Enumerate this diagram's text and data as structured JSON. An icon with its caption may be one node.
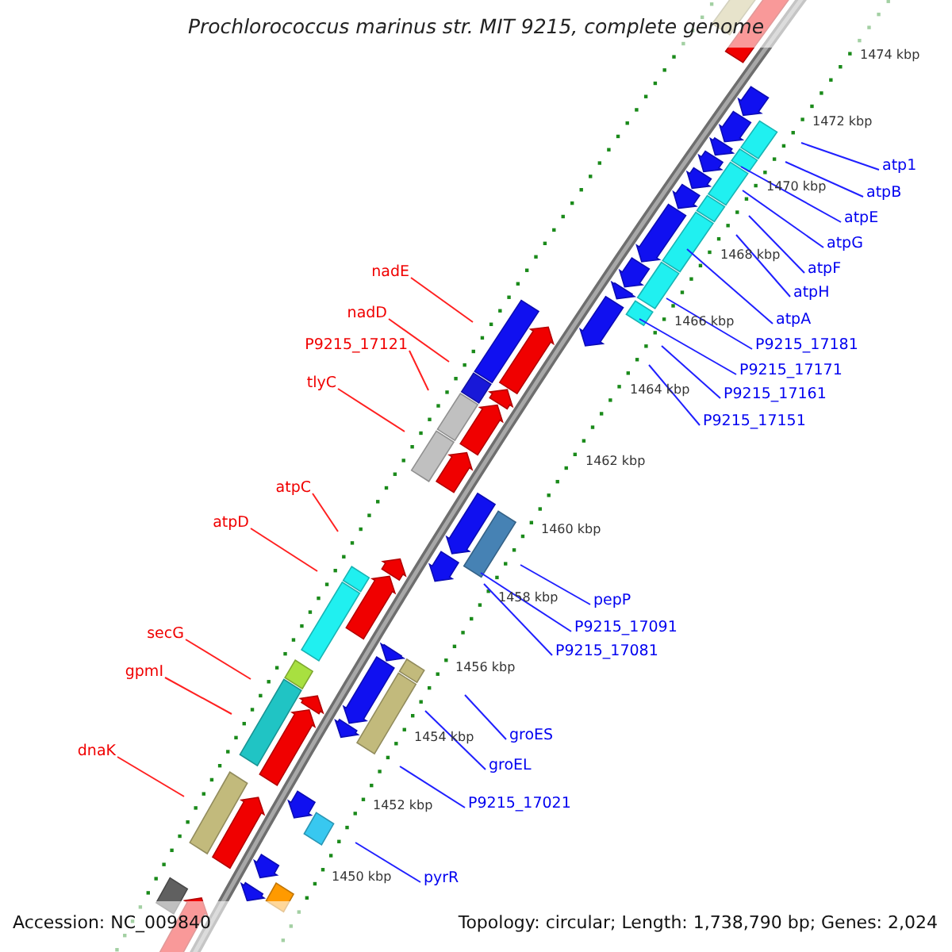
{
  "diagram": {
    "title": "Prochlorococcus marinus str. MIT 9215, complete genome",
    "nodes": [
      {
        "text": [
          "atp1"
        ]
      },
      {
        "text": [
          "atpB"
        ]
      },
      {
        "text": [
          "atpE"
        ]
      },
      {
        "text": [
          "atpG"
        ]
      },
      {
        "text": [
          "atpF"
        ]
      },
      {
        "text": [
          "nadE"
        ]
      },
      {
        "text": [
          "atpH"
        ]
      },
      {
        "text": [
          "nadD"
        ]
      },
      {
        "text": [
          "atpA"
        ]
      },
      {
        "text": [
          "P9215_17121"
        ]
      },
      {
        "text": [
          "P9215_17181"
        ]
      },
      {
        "text": [
          "P9215_17171"
        ]
      },
      {
        "text": [
          "tlyC"
        ]
      },
      {
        "text": [
          "P9215_17161"
        ]
      },
      {
        "text": [
          "P9215_17151"
        ]
      },
      {
        "text": [
          "atpC"
        ]
      },
      {
        "text": [
          "atpD"
        ]
      },
      {
        "text": [
          "pepP"
        ]
      },
      {
        "text": [
          "P9215_17091"
        ]
      },
      {
        "text": [
          "secG"
        ]
      },
      {
        "text": [
          "P9215_17081"
        ]
      },
      {
        "text": [
          "gpmI"
        ]
      },
      {
        "text": [
          "groES"
        ]
      },
      {
        "text": [
          "dnaK"
        ]
      },
      {
        "text": [
          "groEL"
        ]
      },
      {
        "text": [
          "P9215_17021"
        ]
      },
      {
        "text": [
          "pyrR"
        ]
      }
    ],
    "edges": [
      {
        "from": 0,
        "to": null,
        "arrow": "none"
      },
      {
        "from": 1,
        "to": null,
        "arrow": "none"
      },
      {
        "from": 2,
        "to": null,
        "arrow": "none"
      },
      {
        "from": 3,
        "to": null,
        "arrow": "none"
      },
      {
        "from": 4,
        "to": null,
        "arrow": "none"
      },
      {
        "from": 5,
        "to": null,
        "arrow": "none",
        "color": "#ff2020"
      },
      {
        "from": 6,
        "to": null,
        "arrow": "none"
      },
      {
        "from": 7,
        "to": null,
        "arrow": "none",
        "color": "#ff2020"
      },
      {
        "from": 8,
        "to": null,
        "arrow": "none"
      },
      {
        "from": 9,
        "to": null,
        "arrow": "none",
        "color": "#ff2020"
      },
      {
        "from": 10,
        "to": null,
        "arrow": "none"
      },
      {
        "from": 11,
        "to": null,
        "arrow": "none"
      },
      {
        "from": 12,
        "to": null,
        "arrow": "none",
        "color": "#ff2020"
      },
      {
        "from": 13,
        "to": null,
        "arrow": "none"
      },
      {
        "from": 14,
        "to": null,
        "arrow": "none"
      },
      {
        "from": 15,
        "to": null,
        "arrow": "none",
        "color": "#ff2020"
      },
      {
        "from": 16,
        "to": null,
        "arrow": "none",
        "color": "#ff2020"
      },
      {
        "from": 17,
        "to": null,
        "arrow": "none"
      },
      {
        "from": 18,
        "to": null,
        "arrow": "none"
      },
      {
        "from": 19,
        "to": null,
        "arrow": "none",
        "color": "#ff2020"
      },
      {
        "from": 20,
        "to": null,
        "arrow": "none"
      },
      {
        "from": 21,
        "to": null,
        "arrow": "none",
        "color": "#ff2020"
      },
      {
        "from": 22,
        "to": null,
        "arrow": "none"
      },
      {
        "from": 23,
        "to": null,
        "arrow": "none",
        "color": "#ff2020"
      },
      {
        "from": 24,
        "to": null,
        "arrow": "none"
      },
      {
        "from": 25,
        "to": null,
        "arrow": "none"
      },
      {
        "from": 26,
        "to": null,
        "arrow": "none"
      }
    ],
    "labels": [
      "1474 kbp",
      "1472 kbp",
      "1470 kbp",
      "1468 kbp",
      "1466 kbp",
      "1464 kbp",
      "1462 kbp",
      "1460 kbp",
      "1458 kbp",
      "1456 kbp",
      "1454 kbp",
      "1452 kbp",
      "1450 kbp",
      "Accession: NC_009840",
      "Topology: circular; Length: 1,738,790 bp; Genes: 2,024"
    ]
  }
}
